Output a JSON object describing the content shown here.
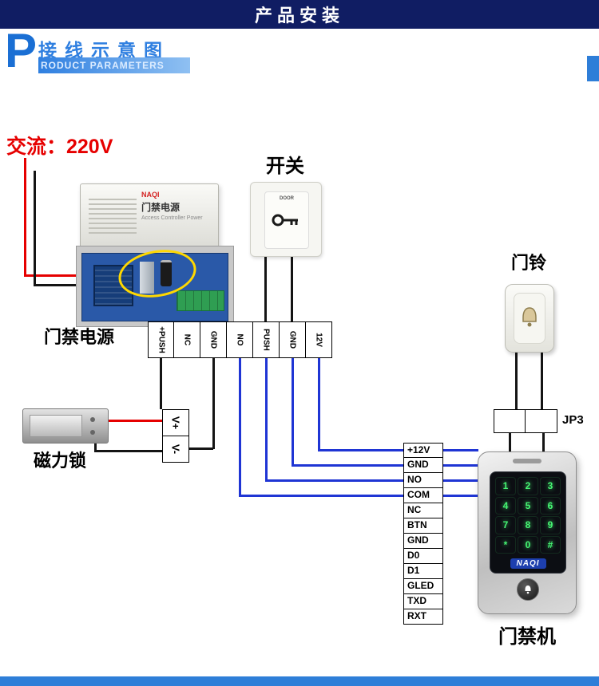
{
  "banner": {
    "title": "产品安装"
  },
  "header": {
    "p": "P",
    "title": "接线示意图",
    "subtitle": "RODUCT PARAMETERS"
  },
  "diagram": {
    "ac_label": "交流：220V",
    "psu": {
      "label": "门禁电源",
      "box_brand": "NAQI",
      "box_title": "门禁电源",
      "box_sub": "Access Controller Power"
    },
    "switch": {
      "label": "开关",
      "small_label": "DOOR"
    },
    "doorbell": {
      "label": "门铃"
    },
    "lock": {
      "label": "磁力锁"
    },
    "jp3_label": "JP3",
    "keypad": {
      "label": "门禁机",
      "brand": "NAQI",
      "keys": [
        "1",
        "2",
        "3",
        "4",
        "5",
        "6",
        "7",
        "8",
        "9",
        "*",
        "0",
        "#"
      ]
    },
    "power_terminals": [
      "+PUSH",
      "NC",
      "GND",
      "NO",
      "PUSH",
      "GND",
      "12V"
    ],
    "v_terminals": [
      "V+",
      "V-"
    ],
    "strip": [
      "+12V",
      "GND",
      "NO",
      "COM",
      "NC",
      "BTN",
      "GND",
      "D0",
      "D1",
      "GLED",
      "TXD",
      "RXT"
    ]
  },
  "colors": {
    "banner_navy": "#101d63",
    "accent_blue": "#2e7ed8",
    "wire_red": "#e60000",
    "wire_black": "#141414",
    "wire_blue": "#1f35d4",
    "highlight_yellow": "#ffd800",
    "key_green": "#46f573"
  }
}
